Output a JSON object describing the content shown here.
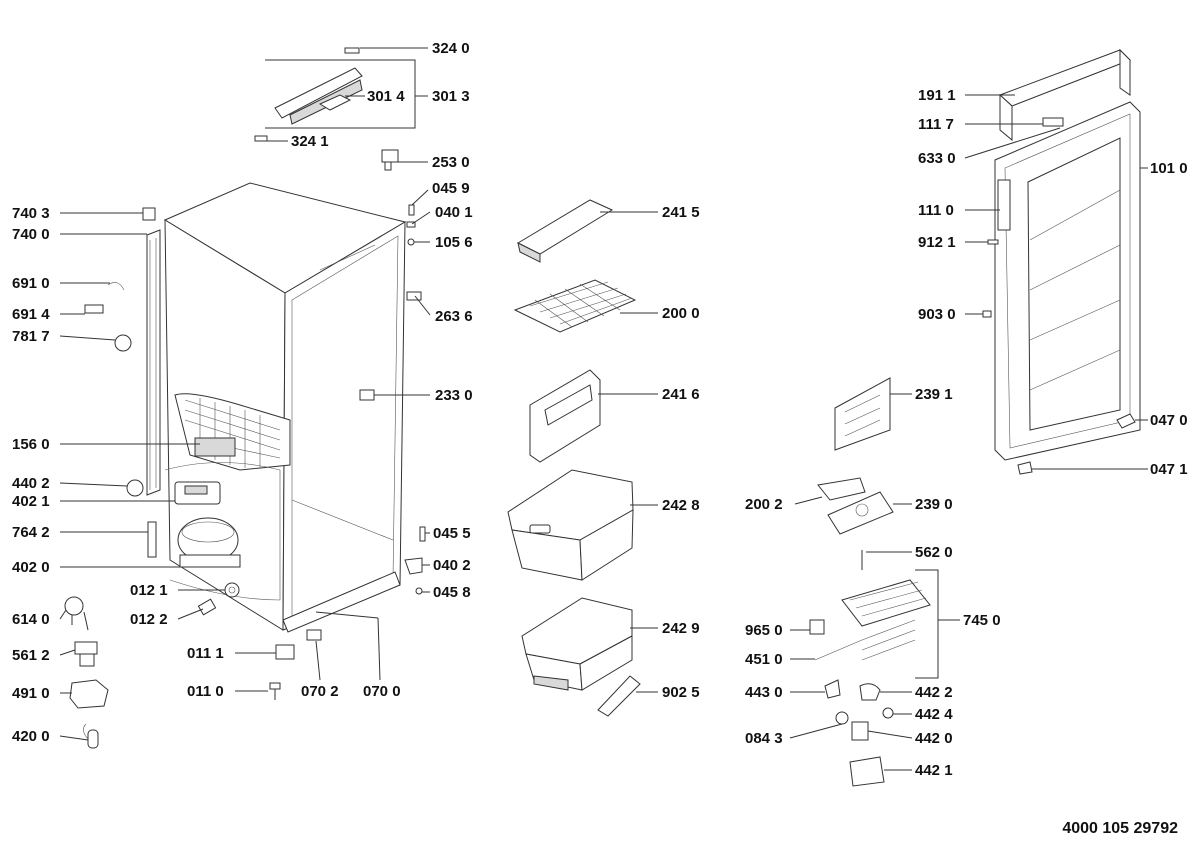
{
  "document_number": "4000 105 29792",
  "part_labels": {
    "p3240": "324 0",
    "p3014": "301 4",
    "p3013": "301 3",
    "p3241": "324 1",
    "p2530": "253 0",
    "p0459": "045 9",
    "p0401": "040 1",
    "p1056": "105 6",
    "p2636": "263 6",
    "p2330": "233 0",
    "p0455": "045 5",
    "p0402": "040 2",
    "p0458": "045 8",
    "p7403": "740 3",
    "p7400": "740 0",
    "p6910": "691 0",
    "p6914": "691 4",
    "p7817": "781 7",
    "p1560": "156 0",
    "p4402": "440 2",
    "p4021": "402 1",
    "p7642": "764 2",
    "p4020": "402 0",
    "p0121": "012 1",
    "p0122": "012 2",
    "p6140": "614 0",
    "p5612": "561 2",
    "p4910": "491 0",
    "p4200": "420 0",
    "p0111": "011 1",
    "p0110": "011 0",
    "p0702": "070 2",
    "p0700": "070 0",
    "p2415": "241 5",
    "p2000": "200 0",
    "p2416": "241 6",
    "p2428": "242 8",
    "p2429": "242 9",
    "p9025": "902 5",
    "p1911": "191 1",
    "p1117": "111 7",
    "p6330": "633 0",
    "p1010": "101 0",
    "p1110": "111 0",
    "p9121": "912 1",
    "p9030": "903 0",
    "p2391": "239 1",
    "p0470": "047 0",
    "p0471": "047 1",
    "p2002": "200 2",
    "p2390": "239 0",
    "p5620": "562 0",
    "p7450": "745 0",
    "p9650": "965 0",
    "p4510": "451 0",
    "p4430": "443 0",
    "p4422": "442 2",
    "p4424": "442 4",
    "p0843": "084 3",
    "p4420": "442 0",
    "p4421": "442 1"
  }
}
